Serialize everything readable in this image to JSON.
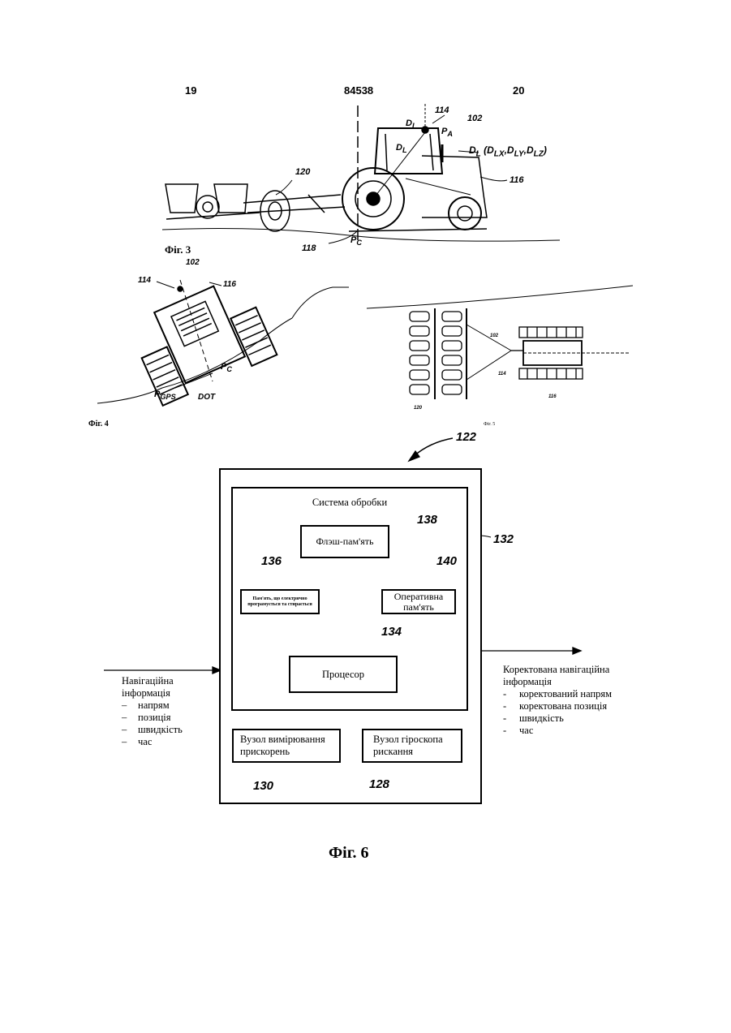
{
  "header": {
    "left_page": "19",
    "doc_number": "84538",
    "right_page": "20"
  },
  "fig3": {
    "caption": "Фіг. 3",
    "labels": {
      "n114": "114",
      "n102": "102",
      "dl_top": "D",
      "dl_top_sub": "L",
      "pa": "P",
      "pa_sub": "A",
      "dl_mid": "D",
      "dl_mid_sub": "L",
      "dl_vec": "D (D , D , D )",
      "dl_vec_main": "D",
      "dl_vec_sub": "L",
      "dl_vec_args": "(D",
      "dlx": "LX",
      "dly": "LY",
      "dlz": "LZ",
      "n120": "120",
      "n116": "116",
      "n118": "118",
      "pc": "P",
      "pc_sub": "C"
    }
  },
  "fig4": {
    "caption": "Фіг. 4",
    "labels": {
      "n102": "102",
      "n114": "114",
      "n116": "116",
      "pc": "P",
      "pc_sub": "C",
      "pgps": "P",
      "pgps_sub": "GPS",
      "dot": "DOT"
    }
  },
  "fig5": {
    "caption": "Фіг. 5",
    "labels": {
      "n102": "102",
      "n114": "114",
      "n120": "120",
      "n116": "116"
    }
  },
  "fig6": {
    "caption": "Фіг. 6",
    "ref_122": "122",
    "ref_132": "132",
    "system_title": "Система обробки",
    "flash": {
      "label": "Флэш-пам'ять",
      "ref": "138"
    },
    "eeprom": {
      "label": "Пам'ять, що електрично програмується та стирається",
      "ref": "136"
    },
    "ram": {
      "label": "Оперативна пам'ять",
      "ref": "140"
    },
    "processor": {
      "label": "Процесор",
      "ref": "134"
    },
    "accel": {
      "label": "Вузол вимірювання прискорень",
      "ref": "130"
    },
    "gyro": {
      "label": "Вузол гіроскопа рискання",
      "ref": "128"
    },
    "input": {
      "title": "Навігаційна інформація",
      "items": [
        "напрям",
        "позиція",
        "швидкість",
        "час"
      ],
      "bullet": "–"
    },
    "output": {
      "title": "Коректована навігаційна інформація",
      "items": [
        "коректований напрям",
        "коректована позиція",
        "швидкість",
        "час"
      ],
      "bullet": "-"
    }
  }
}
